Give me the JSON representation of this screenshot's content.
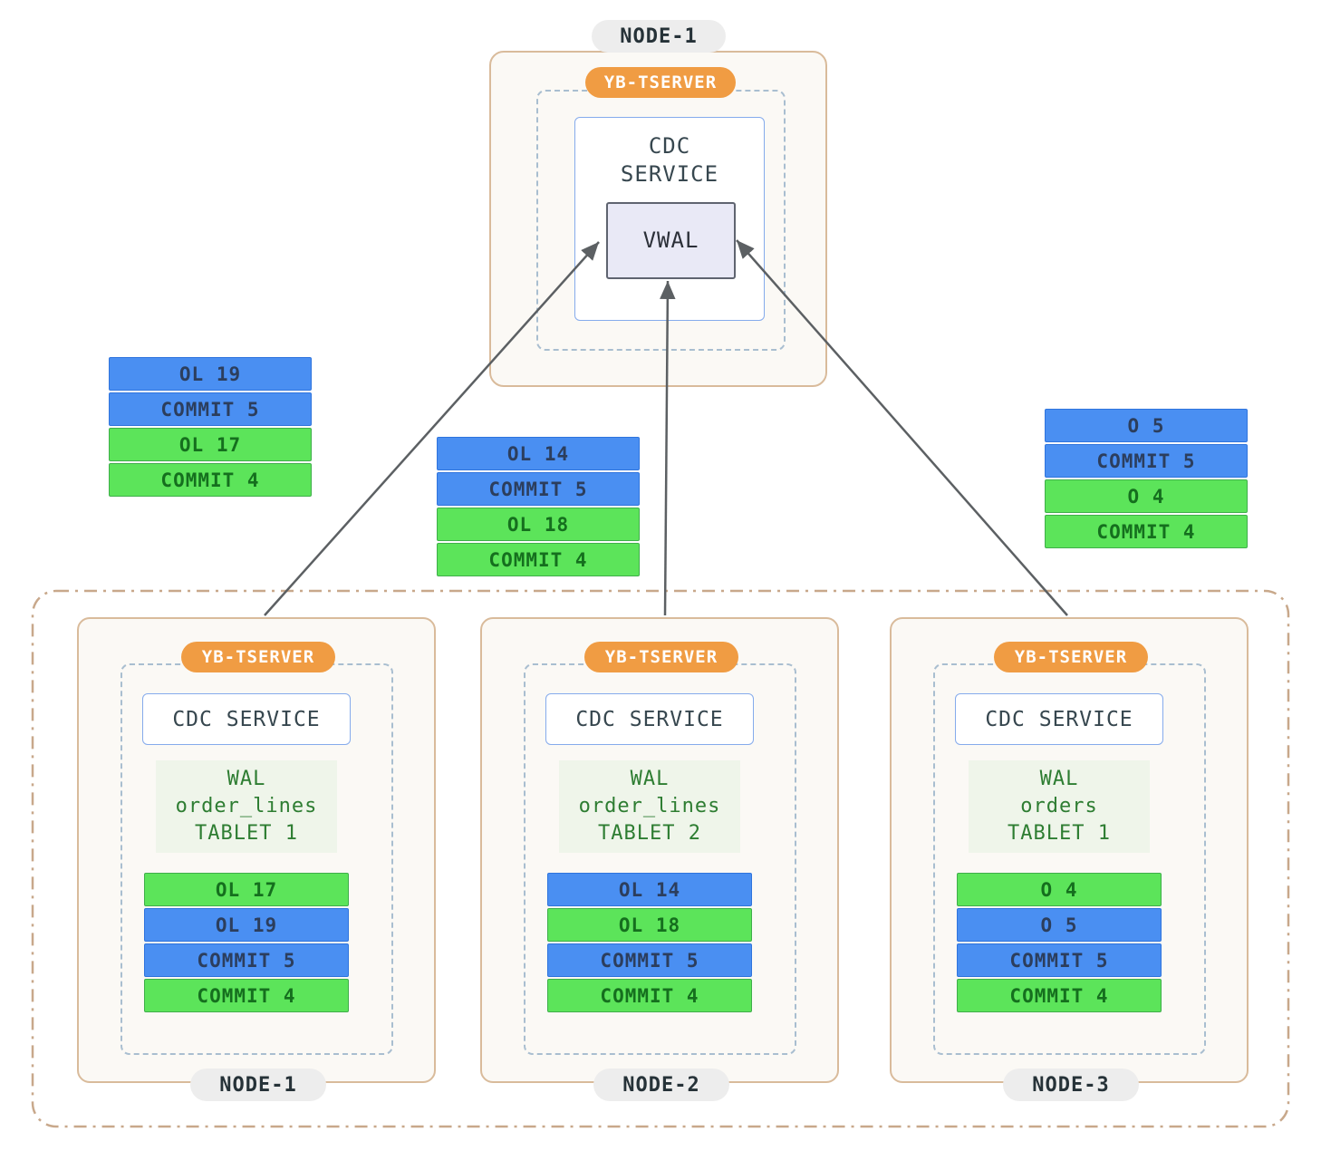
{
  "colors": {
    "row-blue": "#4a8ff2",
    "row-blue-border": "#2f74dd",
    "row-blue-text": "#2c3e5d",
    "row-green": "#5ce45a",
    "row-green-border": "#3fae4a",
    "row-green-text": "#156f1e",
    "orange": "#f09c43",
    "card-border": "#d9bb9b",
    "card-bg": "#fbf9f5",
    "dashed-border": "#a9bed0",
    "outer-border": "#c8a88b",
    "cdc-border": "#85abec",
    "wal-bg": "#eff5ea",
    "wal-text": "#2e7d32",
    "vwal-bg": "#e9e9f6",
    "vwal-border": "#5f6470",
    "arrow": "#5c6063",
    "pill-bg": "#ededed",
    "text-dark": "#37474f"
  },
  "top_node": {
    "node_label": "NODE-1",
    "tserver_label": "YB-TSERVER",
    "cdc_lines": [
      "CDC",
      "SERVICE"
    ],
    "vwal_label": "VWAL"
  },
  "floating_stacks": {
    "left": {
      "rows": [
        {
          "text": "OL 19",
          "color": "blue"
        },
        {
          "text": "COMMIT 5",
          "color": "blue"
        },
        {
          "text": "OL 17",
          "color": "green"
        },
        {
          "text": "COMMIT 4",
          "color": "green"
        }
      ]
    },
    "middle": {
      "rows": [
        {
          "text": "OL 14",
          "color": "blue"
        },
        {
          "text": "COMMIT 5",
          "color": "blue"
        },
        {
          "text": "OL 18",
          "color": "green"
        },
        {
          "text": "COMMIT 4",
          "color": "green"
        }
      ]
    },
    "right": {
      "rows": [
        {
          "text": "O 5",
          "color": "blue"
        },
        {
          "text": "COMMIT 5",
          "color": "blue"
        },
        {
          "text": "O 4",
          "color": "green"
        },
        {
          "text": "COMMIT 4",
          "color": "green"
        }
      ]
    }
  },
  "bottom_nodes": [
    {
      "node_label": "NODE-1",
      "tserver_label": "YB-TSERVER",
      "cdc_label": "CDC SERVICE",
      "wal_lines": [
        "WAL",
        "order_lines",
        "TABLET 1"
      ],
      "rows": [
        {
          "text": "OL 17",
          "color": "green"
        },
        {
          "text": "OL 19",
          "color": "blue"
        },
        {
          "text": "COMMIT 5",
          "color": "blue"
        },
        {
          "text": "COMMIT 4",
          "color": "green"
        }
      ]
    },
    {
      "node_label": "NODE-2",
      "tserver_label": "YB-TSERVER",
      "cdc_label": "CDC SERVICE",
      "wal_lines": [
        "WAL",
        "order_lines",
        "TABLET 2"
      ],
      "rows": [
        {
          "text": "OL 14",
          "color": "blue"
        },
        {
          "text": "OL 18",
          "color": "green"
        },
        {
          "text": "COMMIT 5",
          "color": "blue"
        },
        {
          "text": "COMMIT 4",
          "color": "green"
        }
      ]
    },
    {
      "node_label": "NODE-3",
      "tserver_label": "YB-TSERVER",
      "cdc_label": "CDC SERVICE",
      "wal_lines": [
        "WAL",
        "orders",
        "TABLET 1"
      ],
      "rows": [
        {
          "text": "O 4",
          "color": "green"
        },
        {
          "text": "O 5",
          "color": "blue"
        },
        {
          "text": "COMMIT 5",
          "color": "blue"
        },
        {
          "text": "COMMIT 4",
          "color": "green"
        }
      ]
    }
  ]
}
